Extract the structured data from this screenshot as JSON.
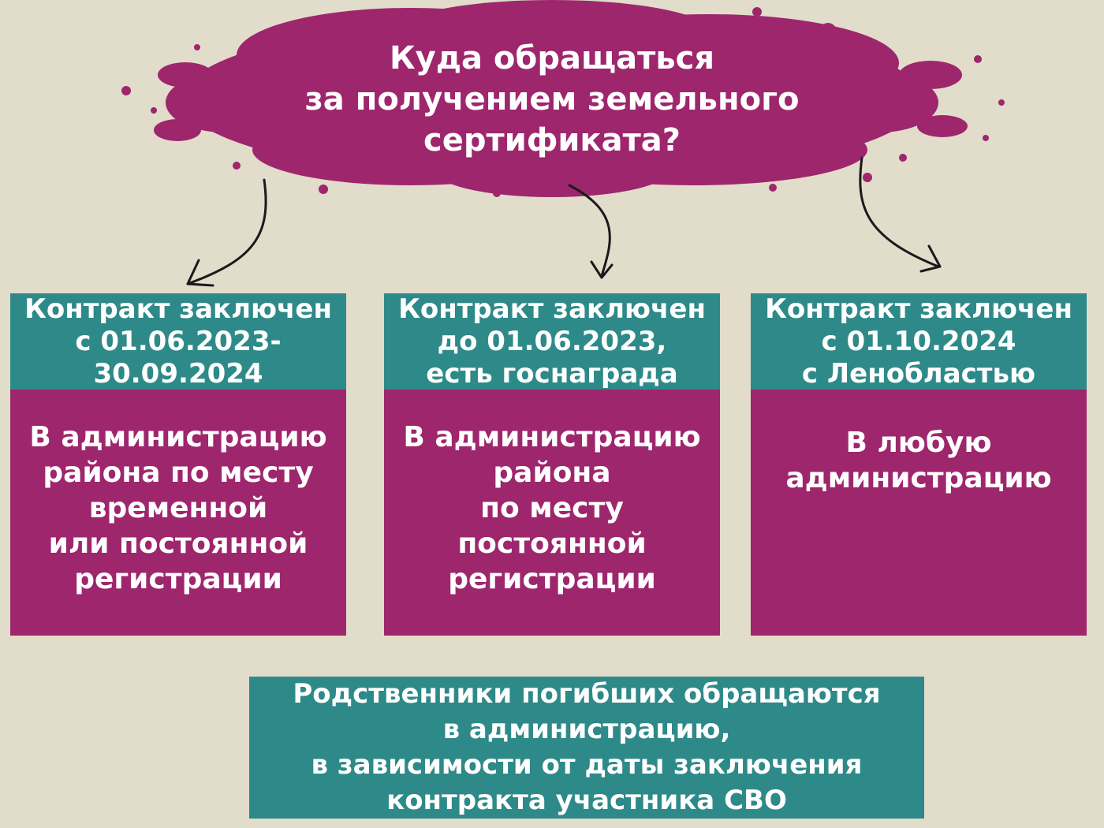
{
  "title": {
    "lines": [
      "Куда обращаться",
      "за получением земельного",
      "сертификата?"
    ]
  },
  "cards": [
    {
      "condition": [
        "Контракт заключен",
        "с 01.06.2023-",
        "30.09.2024"
      ],
      "destination": [
        "В администрацию",
        "района по месту",
        "временной",
        "или постоянной",
        "регистрации"
      ]
    },
    {
      "condition": [
        "Контракт заключен",
        "до 01.06.2023,",
        "есть госнаграда"
      ],
      "destination": [
        "В администрацию",
        "района",
        "по месту",
        "постоянной",
        "регистрации"
      ]
    },
    {
      "condition": [
        "Контракт заключен",
        "с 01.10.2024",
        "с Ленобластью"
      ],
      "destination": [
        "В любую",
        "администрацию"
      ]
    }
  ],
  "footer": {
    "lines": [
      "Родственники погибших обращаются",
      "в администрацию,",
      "в зависимости от даты заключения",
      "контракта участника СВО"
    ]
  },
  "colors": {
    "background": "#e2dccb",
    "teal": "#2e8a89",
    "magenta": "#9e266d",
    "text": "#ffffff",
    "arrow": "#1a1a1a"
  }
}
